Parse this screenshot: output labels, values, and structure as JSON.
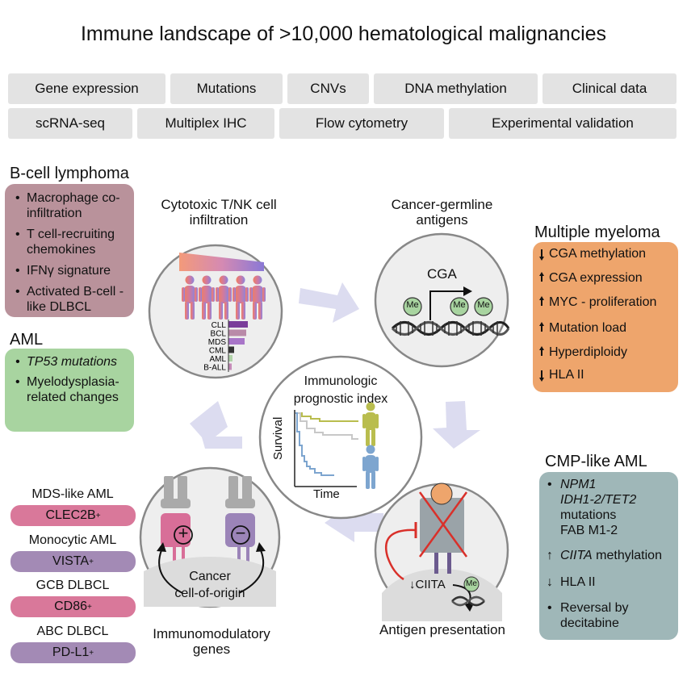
{
  "title": "Immune landscape of >10,000 hematological malignancies",
  "data_types_row1": [
    "Gene expression",
    "Mutations",
    "CNVs",
    "DNA methylation",
    "Clinical data"
  ],
  "data_types_row2": [
    "scRNA-seq",
    "Multiplex IHC",
    "Flow cytometry",
    "Experimental validation"
  ],
  "b_cell_lymphoma": {
    "heading": "B-cell lymphoma",
    "items": [
      "Macrophage co-infiltration",
      "T cell-recruiting chemokines",
      "IFNγ signature",
      "Activated B-cell -like DLBCL"
    ],
    "color": "#b9929b"
  },
  "aml": {
    "heading": "AML",
    "items": [
      "TP53 mutations",
      "Myelodysplasia-related changes"
    ],
    "color": "#a8d4a0"
  },
  "multiple_myeloma": {
    "heading": "Multiple myeloma",
    "items": [
      {
        "dir": "down",
        "text": "CGA methylation"
      },
      {
        "dir": "up",
        "text": "CGA expression"
      },
      {
        "dir": "up",
        "text": "MYC - proliferation"
      },
      {
        "dir": "up",
        "text": "Mutation load"
      },
      {
        "dir": "up",
        "text": "Hyperdiploidy"
      },
      {
        "dir": "down",
        "text": "HLA II"
      }
    ],
    "color": "#eea56c"
  },
  "cmp_like_aml": {
    "heading": "CMP-like AML",
    "mut_line1": "NPM1",
    "mut_line2": "IDH1-2/TET2",
    "mut_line3": "mutations",
    "mut_line4": "FAB M1-2",
    "ciita": "CIITA",
    "ciita_suffix": " methylation",
    "hla": "HLA II",
    "reversal": "Reversal by decitabine",
    "color": "#9fb7b8"
  },
  "markers": [
    {
      "label": "MDS-like AML",
      "pill": "CLEC2B",
      "sup": "+",
      "color": "#d9789a"
    },
    {
      "label": "Monocytic AML",
      "pill": "VISTA",
      "sup": "+",
      "color": "#a38ab5"
    },
    {
      "label": "GCB DLBCL",
      "pill": "CD86",
      "sup": "+",
      "color": "#d9789a"
    },
    {
      "label": "ABC DLBCL",
      "pill": "PD-L1",
      "sup": "+",
      "color": "#a38ab5"
    }
  ],
  "circles": {
    "cytotoxic": "Cytotoxic T/NK cell infiltration",
    "cga": "Cancer-germline antigens",
    "antigen": "Antigen presentation",
    "immunomod": "Immunomodulatory genes",
    "center": "Immunologic prognostic index"
  },
  "cyto_bars": {
    "categories": [
      "CLL",
      "BCL",
      "MDS",
      "CML",
      "AML",
      "B-ALL"
    ],
    "colors": [
      "#7a3d9a",
      "#b98aa8",
      "#a875c8",
      "#333333",
      "#b0d3a8",
      "#c58bb8"
    ]
  },
  "cga_labels": {
    "gene": "CGA",
    "me": "Me"
  },
  "center_axes": {
    "ylabel": "Survival",
    "xlabel": "Time"
  },
  "antigen_labels": {
    "ciita": "CIITA",
    "me": "Me"
  },
  "immuno_labels": {
    "plus": "+",
    "minus": "−",
    "cancer": "Cancer",
    "coo": "cell-of-origin"
  }
}
